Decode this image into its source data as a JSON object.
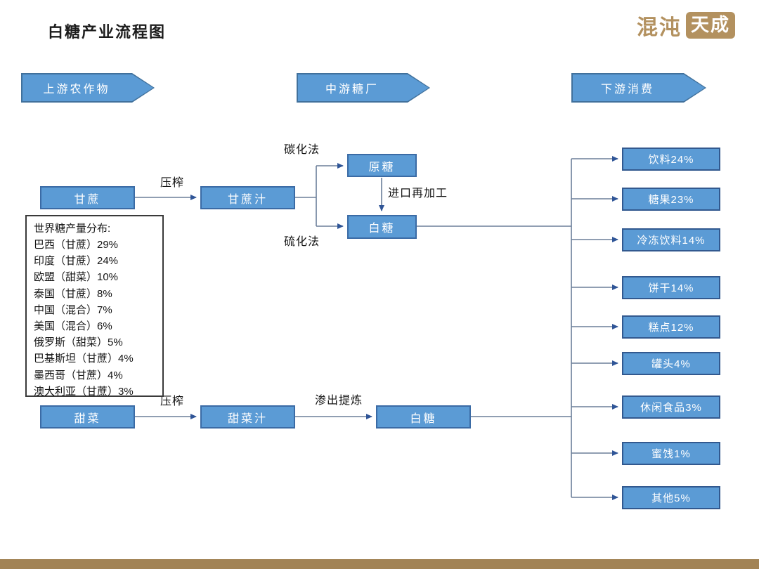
{
  "page": {
    "title": "白糖产业流程图",
    "logo_left": "混沌",
    "logo_right": "天成"
  },
  "banners": [
    {
      "label": "上游农作物"
    },
    {
      "label": "中游糖厂"
    },
    {
      "label": "下游消费"
    }
  ],
  "flow": {
    "sugarcane": "甘蔗",
    "cane_press": "压榨",
    "cane_juice": "甘蔗汁",
    "carbonation": "碳化法",
    "raw_sugar": "原糖",
    "import_reprocess": "进口再加工",
    "white_sugar_top": "白糖",
    "sulfitation": "硫化法",
    "beet": "甜菜",
    "beet_press": "压榨",
    "beet_juice": "甜菜汁",
    "extraction": "渗出提炼",
    "white_sugar_bottom": "白糖"
  },
  "distribution": {
    "title": "世界糖产量分布:",
    "items": [
      "巴西（甘蔗）29%",
      "印度（甘蔗）24%",
      "欧盟（甜菜）10%",
      "泰国（甘蔗）8%",
      "中国（混合）7%",
      "美国（混合）6%",
      "俄罗斯（甜菜）5%",
      "巴基斯坦（甘蔗）4%",
      "墨西哥（甘蔗）4%",
      "澳大利亚（甘蔗）3%"
    ]
  },
  "consumption": {
    "items": [
      "饮料24%",
      "糖果23%",
      "冷冻饮料14%",
      "饼干14%",
      "糕点12%",
      "罐头4%",
      "休闲食品3%",
      "蜜饯1%",
      "其他5%"
    ]
  },
  "colors": {
    "box_fill": "#5B9BD5",
    "box_border": "#41719C",
    "connector": "#6B7F99",
    "arrowhead": "#2F5597",
    "brand_gold": "#A28355"
  }
}
